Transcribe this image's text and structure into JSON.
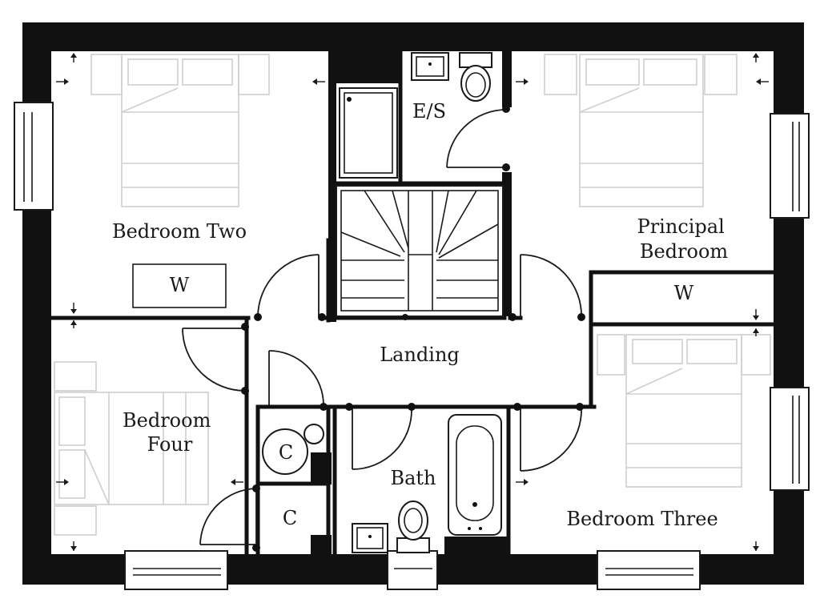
{
  "rooms": {
    "bedroom_two": [
      "Bedroom Two"
    ],
    "principal_bedroom": [
      "Principal",
      "Bedroom"
    ],
    "bedroom_four": [
      "Bedroom",
      "Four"
    ],
    "bedroom_three": [
      "Bedroom Three"
    ],
    "ensuite": [
      "E/S"
    ],
    "landing": [
      "Landing"
    ],
    "bath": [
      "Bath"
    ],
    "cupboard_1": [
      "C"
    ],
    "cupboard_2": [
      "C"
    ],
    "wardrobe_bedroom_two": [
      "W"
    ],
    "wardrobe_principal": [
      "W"
    ]
  },
  "colors": {
    "wall": "#111111",
    "furniture_outline": "#cfcfcf",
    "text": "#1a1a1a",
    "background": "#ffffff"
  }
}
